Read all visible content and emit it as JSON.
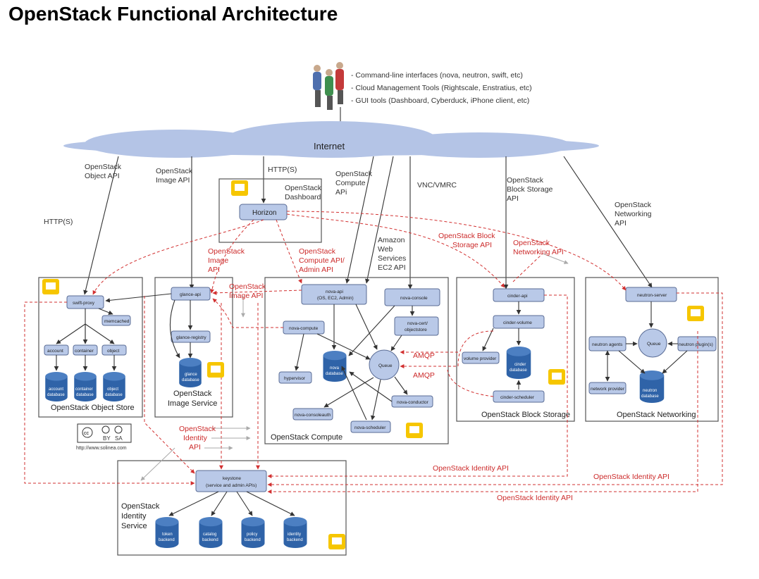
{
  "title": "OpenStack Functional Architecture",
  "clients": [
    "- Command-line interfaces (nova, neutron, swift, etc)",
    "- Cloud Management Tools (Rightscale, Enstratius, etc)",
    "- GUI tools (Dashboard, Cyberduck, iPhone client, etc)"
  ],
  "internet": "Internet",
  "api_labels": {
    "object_api": [
      "OpenStack",
      "Object API"
    ],
    "image_api": [
      "OpenStack",
      "Image API"
    ],
    "http_s": "HTTP(S)",
    "http_s_left": "HTTP(S)",
    "compute_api": [
      "OpenStack",
      "Compute",
      "APi"
    ],
    "vnc": "VNC/VMRC",
    "block_api": [
      "OpenStack",
      "Block Storage",
      "API"
    ],
    "networking_api": [
      "OpenStack",
      "Networking",
      "API"
    ],
    "dashboard": [
      "OpenStack",
      "Dashboard"
    ],
    "amazon": [
      "Amazon",
      "Web",
      "Services",
      "EC2 API"
    ]
  },
  "red_labels": {
    "image_api_1": [
      "OpenStack",
      "Image",
      "API"
    ],
    "compute_admin": [
      "OpenStack",
      "Compute API/",
      "Admin API"
    ],
    "image_api_2": [
      "OpenStack",
      "Image API"
    ],
    "block_api": [
      "OpenStack Block",
      "Storage API"
    ],
    "networking_api": [
      "OpenStack",
      "Networking API"
    ],
    "amqp_1": "AMQP",
    "amqp_2": "AMQP",
    "identity_api_left": [
      "OpenStack",
      "Identity",
      "API"
    ],
    "identity_api_1": "OpenStack Identity API",
    "identity_api_2": "OpenStack Identity API",
    "identity_api_3": "OpenStack Identity API"
  },
  "nodes": {
    "horizon": "Horizon",
    "swift_proxy": "swift-proxy",
    "memcached": "memcached",
    "account": "account",
    "container": "container",
    "object": "object",
    "glance_api": "glance-api",
    "glance_registry": "glance-registry",
    "nova_api": [
      "nova-api",
      "(OS, EC2, Admin)"
    ],
    "nova_console": "nova-console",
    "nova_compute": "nova-compute",
    "nova_cert": [
      "nova-cert/",
      "objectstore"
    ],
    "hypervisor": "hypervisor",
    "queue_compute": "Queue",
    "nova_conductor": "nova-conductor",
    "nova_consoleauth": "nova-consoleauth",
    "nova_scheduler": "nova-scheduler",
    "cinder_api": "cinder-api",
    "cinder_volume": "cinder-volume",
    "volume_provider": "volume provider",
    "cinder_scheduler": "cinder-scheduler",
    "neutron_server": "neutron-server",
    "neutron_agents": "neutron agents",
    "queue_network": "Queue",
    "neutron_plugin": "neutron plugin(s)",
    "network_provider": "network provider",
    "keystone": [
      "keystone",
      "(service and admin APIs)"
    ]
  },
  "databases": {
    "account_db": [
      "account",
      "database"
    ],
    "container_db": [
      "container",
      "database"
    ],
    "object_db": [
      "object",
      "database"
    ],
    "glance_db": [
      "glance",
      "database"
    ],
    "nova_db": [
      "nova",
      "database"
    ],
    "cinder_db": [
      "cinder",
      "database"
    ],
    "neutron_db": [
      "neutron",
      "database"
    ],
    "token_backend": [
      "token",
      "backend"
    ],
    "catalog_backend": [
      "catalog",
      "backend"
    ],
    "policy_backend": [
      "policy",
      "backend"
    ],
    "identity_backend": [
      "identity",
      "backend"
    ]
  },
  "groups": {
    "object_store": "OpenStack Object Store",
    "image_service": [
      "OpenStack",
      "Image Service"
    ],
    "compute": "OpenStack Compute",
    "block_storage": "OpenStack Block Storage",
    "networking": "OpenStack Networking",
    "identity": [
      "OpenStack",
      "Identity",
      "Service"
    ]
  },
  "license": {
    "by": "BY",
    "sa": "SA",
    "url": "http://www.solinea.com"
  },
  "colors": {
    "node_fill": "#b9c9e8",
    "db_fill": "#2f63a8",
    "cloud_fill": "#b4c4e6",
    "red_dashed": "#d23030",
    "comment_icon": "#f6c600"
  }
}
